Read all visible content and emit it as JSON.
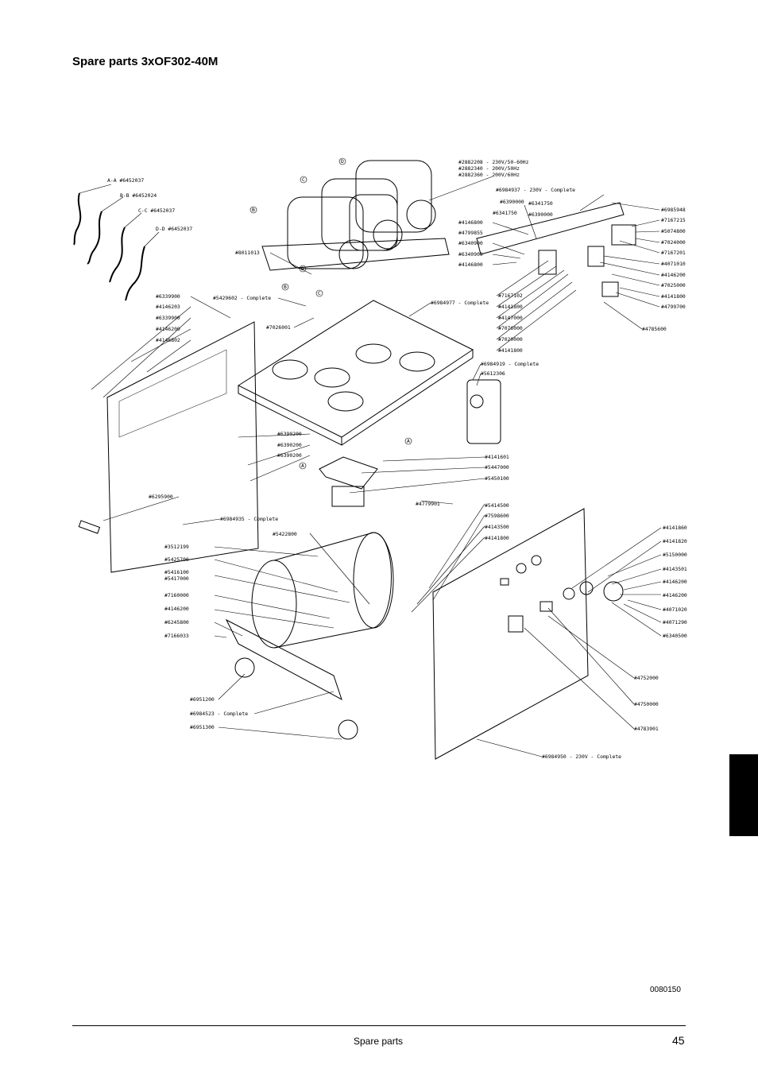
{
  "title": "Spare parts 3xOF302-40M",
  "drawing_id": "0080150",
  "footer": {
    "section": "Spare parts",
    "page": "45"
  },
  "hoses": [
    "A-A #6452037",
    "B-B #6452024",
    "C-C #6452037",
    "D-D #6452037"
  ],
  "callouts": {
    "compressors": [
      "#2882208 - 230V/50-60Hz",
      "#2882340 - 200V/50Hz",
      "#2882360 - 200V/60Hz"
    ],
    "right_top": [
      "#6984937 - 230V - Complete",
      "#6985948",
      "#7167215",
      "#5074800",
      "#7024000",
      "#7167201",
      "#4071010",
      "#4146200",
      "#7025000",
      "#4141800",
      "#4799700",
      "#4785600"
    ],
    "mid_top": [
      "#6390000",
      "#6341750",
      "#6390000",
      "#6341750",
      "#4146800",
      "#4799855",
      "#6340900",
      "#6340900",
      "#4146800"
    ],
    "mid_list": [
      "#7167102",
      "#4141800",
      "#4147000",
      "#7076000",
      "#7020000",
      "#4141800"
    ],
    "left_top": [
      "#8011013",
      "#5429602 - Complete",
      "#7026001",
      "#6984977 - Complete"
    ],
    "left_list": [
      "#6339900",
      "#4146203",
      "#6339900",
      "#4146200",
      "#4146802"
    ],
    "center": [
      "#6984919 - Complete",
      "#5612306",
      "#6390200",
      "#6390200",
      "#6390200",
      "#4141601",
      "#5447000",
      "#5450100",
      "#4779901",
      "#6295900",
      "#6984935 - Complete"
    ],
    "center_lower": [
      "#5414500",
      "#7598600",
      "#4143500",
      "#4141800",
      "#5422800"
    ],
    "tank": [
      "#3512199",
      "#5425700",
      "#5416100",
      "#5417000",
      "#7160000",
      "#4146200",
      "#6245800",
      "#7166033",
      "#6951200",
      "#6984523 - Complete",
      "#6951300"
    ],
    "right_lower": [
      "#4141860",
      "#4141820",
      "#5150000",
      "#4143501",
      "#4146200",
      "#4146200",
      "#4071020",
      "#4071290",
      "#6340500",
      "#4752000",
      "#4750000",
      "#4783901",
      "#6984950 - 230V - Complete"
    ]
  },
  "section_markers": [
    "A",
    "A",
    "B",
    "B",
    "C",
    "C",
    "D",
    "D"
  ]
}
